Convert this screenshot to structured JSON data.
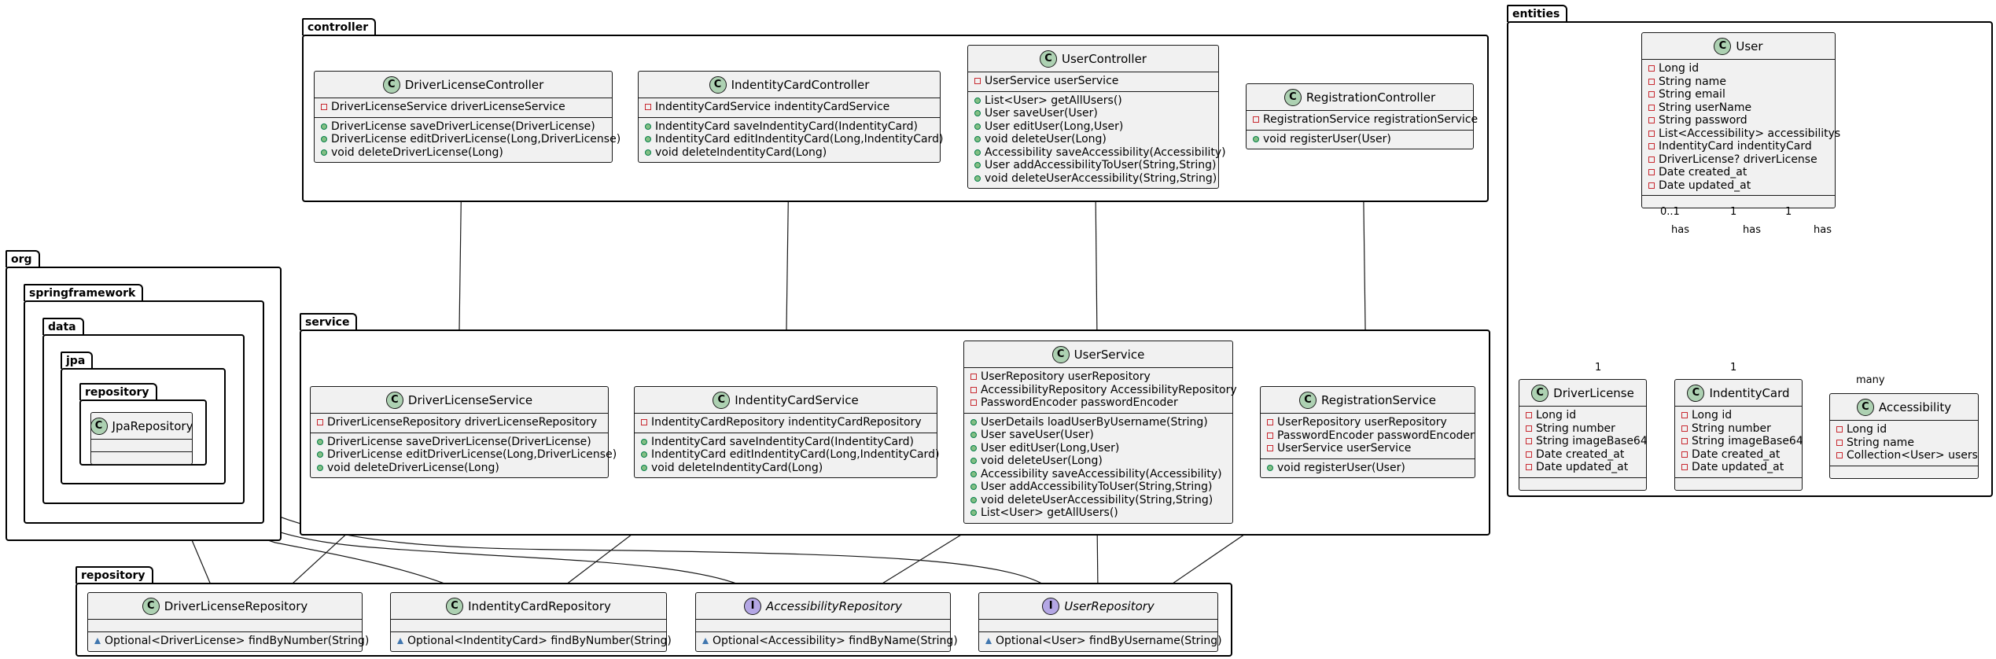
{
  "packages": {
    "controller": "controller",
    "service": "service",
    "repository": "repository",
    "entities": "entities",
    "org": "org",
    "springframework": "springframework",
    "data": "data",
    "jpa": "jpa",
    "repository_inner": "repository"
  },
  "classes": {
    "DriverLicenseController": {
      "stereotype": "C",
      "name": "DriverLicenseController",
      "fields": [
        {
          "vis": "private",
          "text": "DriverLicenseService driverLicenseService"
        }
      ],
      "methods": [
        {
          "vis": "public",
          "text": "DriverLicense saveDriverLicense(DriverLicense)"
        },
        {
          "vis": "public",
          "text": "DriverLicense editDriverLicense(Long,DriverLicense)"
        },
        {
          "vis": "public",
          "text": "void deleteDriverLicense(Long)"
        }
      ]
    },
    "IndentityCardController": {
      "stereotype": "C",
      "name": "IndentityCardController",
      "fields": [
        {
          "vis": "private",
          "text": "IndentityCardService indentityCardService"
        }
      ],
      "methods": [
        {
          "vis": "public",
          "text": "IndentityCard saveIndentityCard(IndentityCard)"
        },
        {
          "vis": "public",
          "text": "IndentityCard editIndentityCard(Long,IndentityCard)"
        },
        {
          "vis": "public",
          "text": "void deleteIndentityCard(Long)"
        }
      ]
    },
    "UserController": {
      "stereotype": "C",
      "name": "UserController",
      "fields": [
        {
          "vis": "private",
          "text": "UserService userService"
        }
      ],
      "methods": [
        {
          "vis": "public",
          "text": "List<User> getAllUsers()"
        },
        {
          "vis": "public",
          "text": "User saveUser(User)"
        },
        {
          "vis": "public",
          "text": "User editUser(Long,User)"
        },
        {
          "vis": "public",
          "text": "void deleteUser(Long)"
        },
        {
          "vis": "public",
          "text": "Accessibility saveAccessibility(Accessibility)"
        },
        {
          "vis": "public",
          "text": "User addAccessibilityToUser(String,String)"
        },
        {
          "vis": "public",
          "text": "void deleteUserAccessibility(String,String)"
        }
      ]
    },
    "RegistrationController": {
      "stereotype": "C",
      "name": "RegistrationController",
      "fields": [
        {
          "vis": "private",
          "text": "RegistrationService registrationService"
        }
      ],
      "methods": [
        {
          "vis": "public",
          "text": "void registerUser(User)"
        }
      ]
    },
    "DriverLicenseService": {
      "stereotype": "C",
      "name": "DriverLicenseService",
      "fields": [
        {
          "vis": "private",
          "text": "DriverLicenseRepository driverLicenseRepository"
        }
      ],
      "methods": [
        {
          "vis": "public",
          "text": "DriverLicense saveDriverLicense(DriverLicense)"
        },
        {
          "vis": "public",
          "text": "DriverLicense editDriverLicense(Long,DriverLicense)"
        },
        {
          "vis": "public",
          "text": "void deleteDriverLicense(Long)"
        }
      ]
    },
    "IndentityCardService": {
      "stereotype": "C",
      "name": "IndentityCardService",
      "fields": [
        {
          "vis": "private",
          "text": "IndentityCardRepository indentityCardRepository"
        }
      ],
      "methods": [
        {
          "vis": "public",
          "text": "IndentityCard saveIndentityCard(IndentityCard)"
        },
        {
          "vis": "public",
          "text": "IndentityCard editIndentityCard(Long,IndentityCard)"
        },
        {
          "vis": "public",
          "text": "void deleteIndentityCard(Long)"
        }
      ]
    },
    "UserService": {
      "stereotype": "C",
      "name": "UserService",
      "fields": [
        {
          "vis": "private",
          "text": "UserRepository userRepository"
        },
        {
          "vis": "private",
          "text": "AccessibilityRepository AccessibilityRepository"
        },
        {
          "vis": "private",
          "text": "PasswordEncoder passwordEncoder"
        }
      ],
      "methods": [
        {
          "vis": "public",
          "text": "UserDetails loadUserByUsername(String)"
        },
        {
          "vis": "public",
          "text": "User saveUser(User)"
        },
        {
          "vis": "public",
          "text": "User editUser(Long,User)"
        },
        {
          "vis": "public",
          "text": "void deleteUser(Long)"
        },
        {
          "vis": "public",
          "text": "Accessibility saveAccessibility(Accessibility)"
        },
        {
          "vis": "public",
          "text": "User addAccessibilityToUser(String,String)"
        },
        {
          "vis": "public",
          "text": "void deleteUserAccessibility(String,String)"
        },
        {
          "vis": "public",
          "text": "List<User> getAllUsers()"
        }
      ]
    },
    "RegistrationService": {
      "stereotype": "C",
      "name": "RegistrationService",
      "fields": [
        {
          "vis": "private",
          "text": "UserRepository userRepository"
        },
        {
          "vis": "private",
          "text": "PasswordEncoder passwordEncoder"
        },
        {
          "vis": "private",
          "text": "UserService userService"
        }
      ],
      "methods": [
        {
          "vis": "public",
          "text": "void registerUser(User)"
        }
      ]
    },
    "DriverLicenseRepository": {
      "stereotype": "C",
      "name": "DriverLicenseRepository",
      "italic": false,
      "fields": [],
      "methods": [
        {
          "vis": "package",
          "text": "Optional<DriverLicense> findByNumber(String)"
        }
      ]
    },
    "IndentityCardRepository": {
      "stereotype": "C",
      "name": "IndentityCardRepository",
      "italic": false,
      "fields": [],
      "methods": [
        {
          "vis": "package",
          "text": "Optional<IndentityCard> findByNumber(String)"
        }
      ]
    },
    "AccessibilityRepository": {
      "stereotype": "I",
      "name": "AccessibilityRepository",
      "italic": true,
      "fields": [],
      "methods": [
        {
          "vis": "package",
          "text": "Optional<Accessibility> findByName(String)"
        }
      ]
    },
    "UserRepository": {
      "stereotype": "I",
      "name": "UserRepository",
      "italic": true,
      "fields": [],
      "methods": [
        {
          "vis": "package",
          "text": "Optional<User> findByUsername(String)"
        }
      ]
    },
    "JpaRepository": {
      "stereotype": "C",
      "name": "JpaRepository",
      "fields": [],
      "methods": []
    },
    "User": {
      "stereotype": "C",
      "name": "User",
      "fields": [
        {
          "vis": "private",
          "text": "Long id"
        },
        {
          "vis": "private",
          "text": "String name"
        },
        {
          "vis": "private",
          "text": "String email"
        },
        {
          "vis": "private",
          "text": "String userName"
        },
        {
          "vis": "private",
          "text": "String password"
        },
        {
          "vis": "private",
          "text": "List<Accessibility> accessibilitys"
        },
        {
          "vis": "private",
          "text": "IndentityCard indentityCard"
        },
        {
          "vis": "private",
          "text": "DriverLicense? driverLicense"
        },
        {
          "vis": "private",
          "text": "Date created_at"
        },
        {
          "vis": "private",
          "text": "Date updated_at"
        }
      ],
      "methods": []
    },
    "DriverLicense": {
      "stereotype": "C",
      "name": "DriverLicense",
      "fields": [
        {
          "vis": "private",
          "text": "Long id"
        },
        {
          "vis": "private",
          "text": "String number"
        },
        {
          "vis": "private",
          "text": "String imageBase64"
        },
        {
          "vis": "private",
          "text": "Date created_at"
        },
        {
          "vis": "private",
          "text": "Date updated_at"
        }
      ],
      "methods": []
    },
    "IndentityCard": {
      "stereotype": "C",
      "name": "IndentityCard",
      "fields": [
        {
          "vis": "private",
          "text": "Long id"
        },
        {
          "vis": "private",
          "text": "String number"
        },
        {
          "vis": "private",
          "text": "String imageBase64"
        },
        {
          "vis": "private",
          "text": "Date created_at"
        },
        {
          "vis": "private",
          "text": "Date updated_at"
        }
      ],
      "methods": []
    },
    "Accessibility": {
      "stereotype": "C",
      "name": "Accessibility",
      "fields": [
        {
          "vis": "private",
          "text": "Long id"
        },
        {
          "vis": "private",
          "text": "String name"
        },
        {
          "vis": "private",
          "text": "Collection<User> users"
        }
      ],
      "methods": []
    }
  },
  "associations": {
    "user_driverlicense": {
      "source_mult": "0..1",
      "target_mult": "1",
      "label": "has"
    },
    "user_indentitycard": {
      "source_mult": "1",
      "target_mult": "1",
      "label": "has"
    },
    "user_accessibility": {
      "source_mult": "1",
      "target_mult": "many",
      "label": "has"
    }
  },
  "colors": {
    "class_fill": "#f1f1f1",
    "class_border": "#181818",
    "class_circle": "#add1b2",
    "interface_circle": "#b4a7e5",
    "private_marker": "#c82930",
    "public_marker": "#84be84",
    "package_marker": "#4177af"
  }
}
